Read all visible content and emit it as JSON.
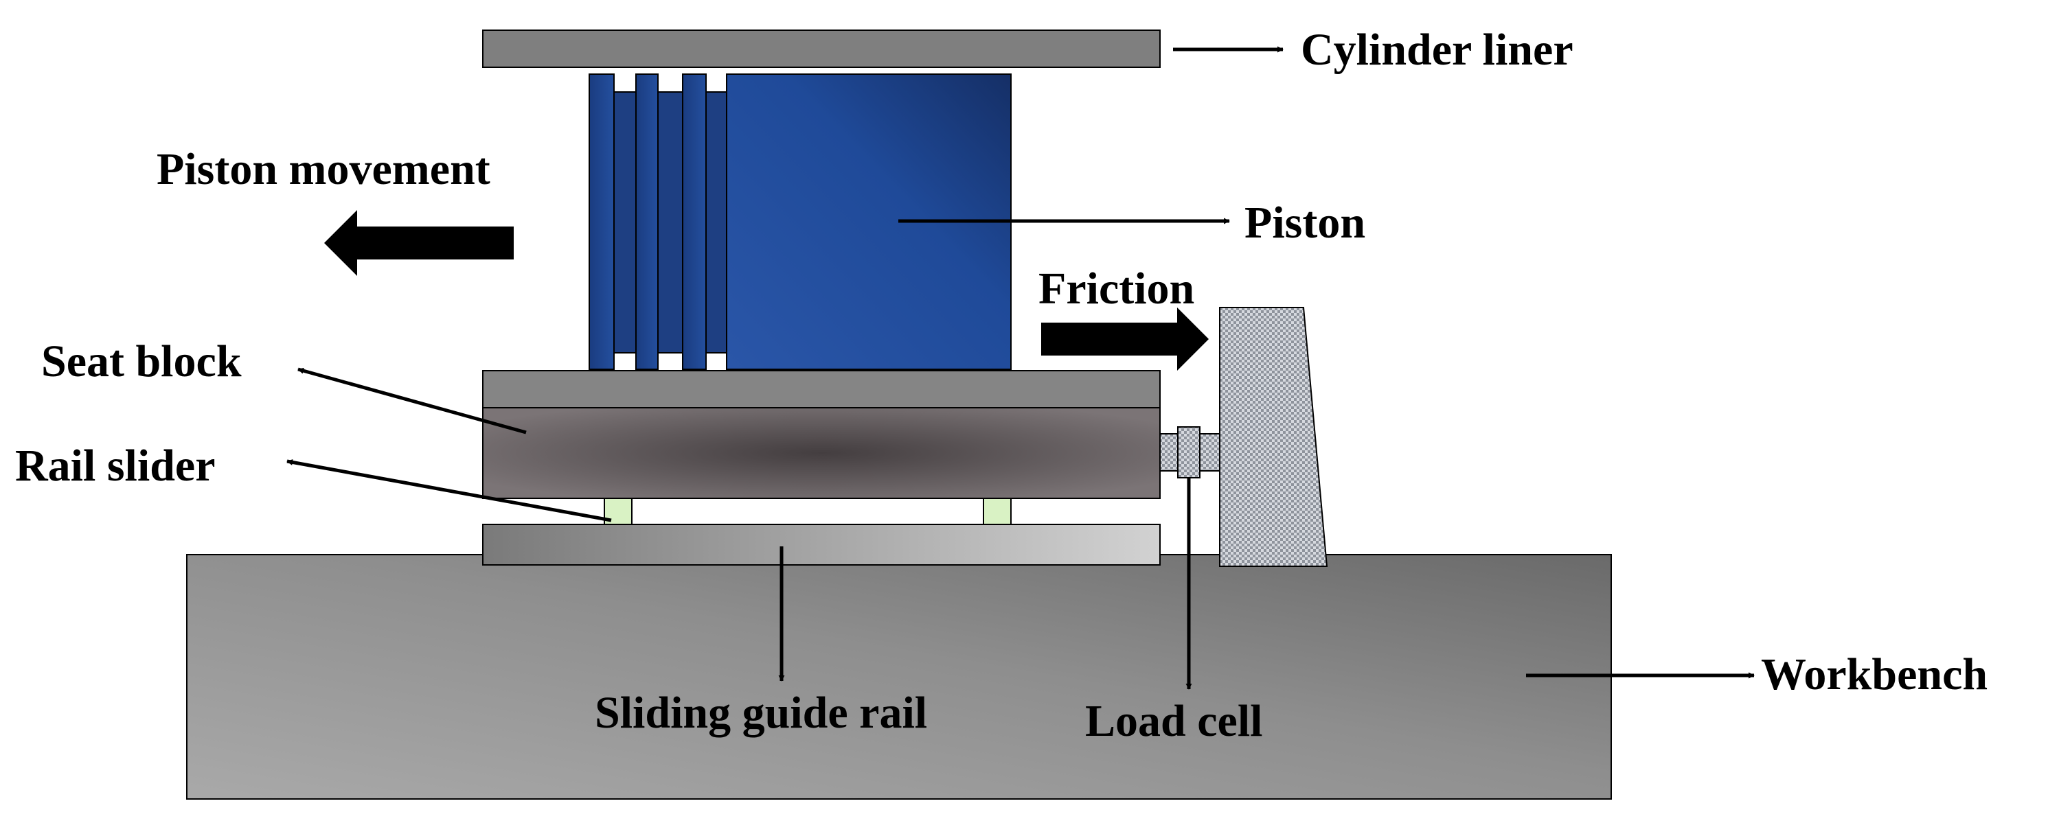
{
  "labels": {
    "cylinder_liner": "Cylinder liner",
    "piston_movement": "Piston movement",
    "piston": "Piston",
    "friction": "Friction",
    "seat_block": "Seat block",
    "rail_slider": "Rail slider",
    "workbench": "Workbench",
    "sliding_guide_rail": "Sliding guide rail",
    "load_cell": "Load cell"
  },
  "colors": {
    "piston": "#1f4a99",
    "piston_dark": "#142f66",
    "cylinder_liner": "#7f7f7f",
    "seat_block_top": "#858585",
    "seat_block_body": "#5c5557",
    "rail_slider": "#d9f2c4",
    "guide_rail": "#a8a8a8",
    "workbench": "#8c8c8c",
    "load_cell": "#c8ccd4",
    "arrow": "#000000"
  }
}
